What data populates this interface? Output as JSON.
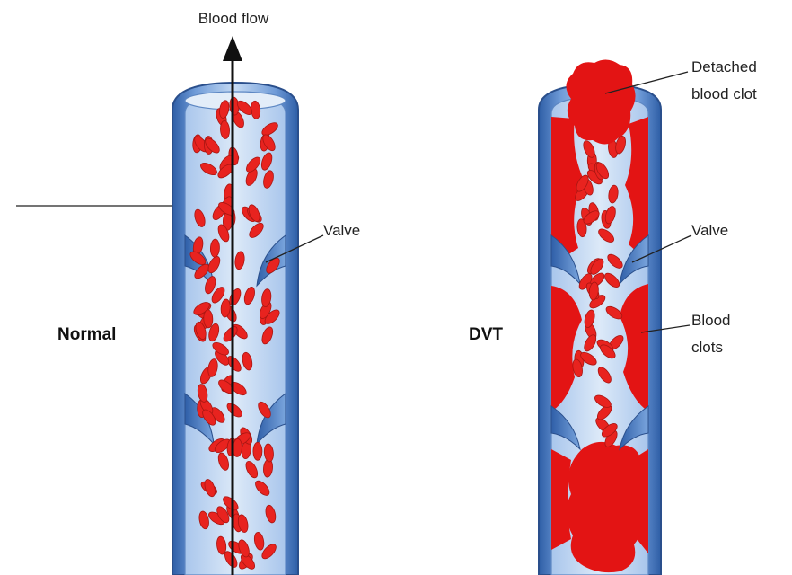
{
  "labels": {
    "blood_flow": "Blood flow",
    "normal": "Normal",
    "dvt": "DVT",
    "valve_normal": "Valve",
    "valve_dvt": "Valve",
    "detached_clot_line1": "Detached",
    "detached_clot_line2": "blood clot",
    "blood_clots_line1": "Blood",
    "blood_clots_line2": "clots"
  },
  "colors": {
    "vein_wall": "#4a7fc6",
    "vein_wall_dark": "#2f5fa8",
    "vein_lumen": "#c9dcf3",
    "blood_cell": "#e8231f",
    "blood_cell_stroke": "#a81612",
    "clot": "#e31414",
    "arrow": "#111111"
  }
}
